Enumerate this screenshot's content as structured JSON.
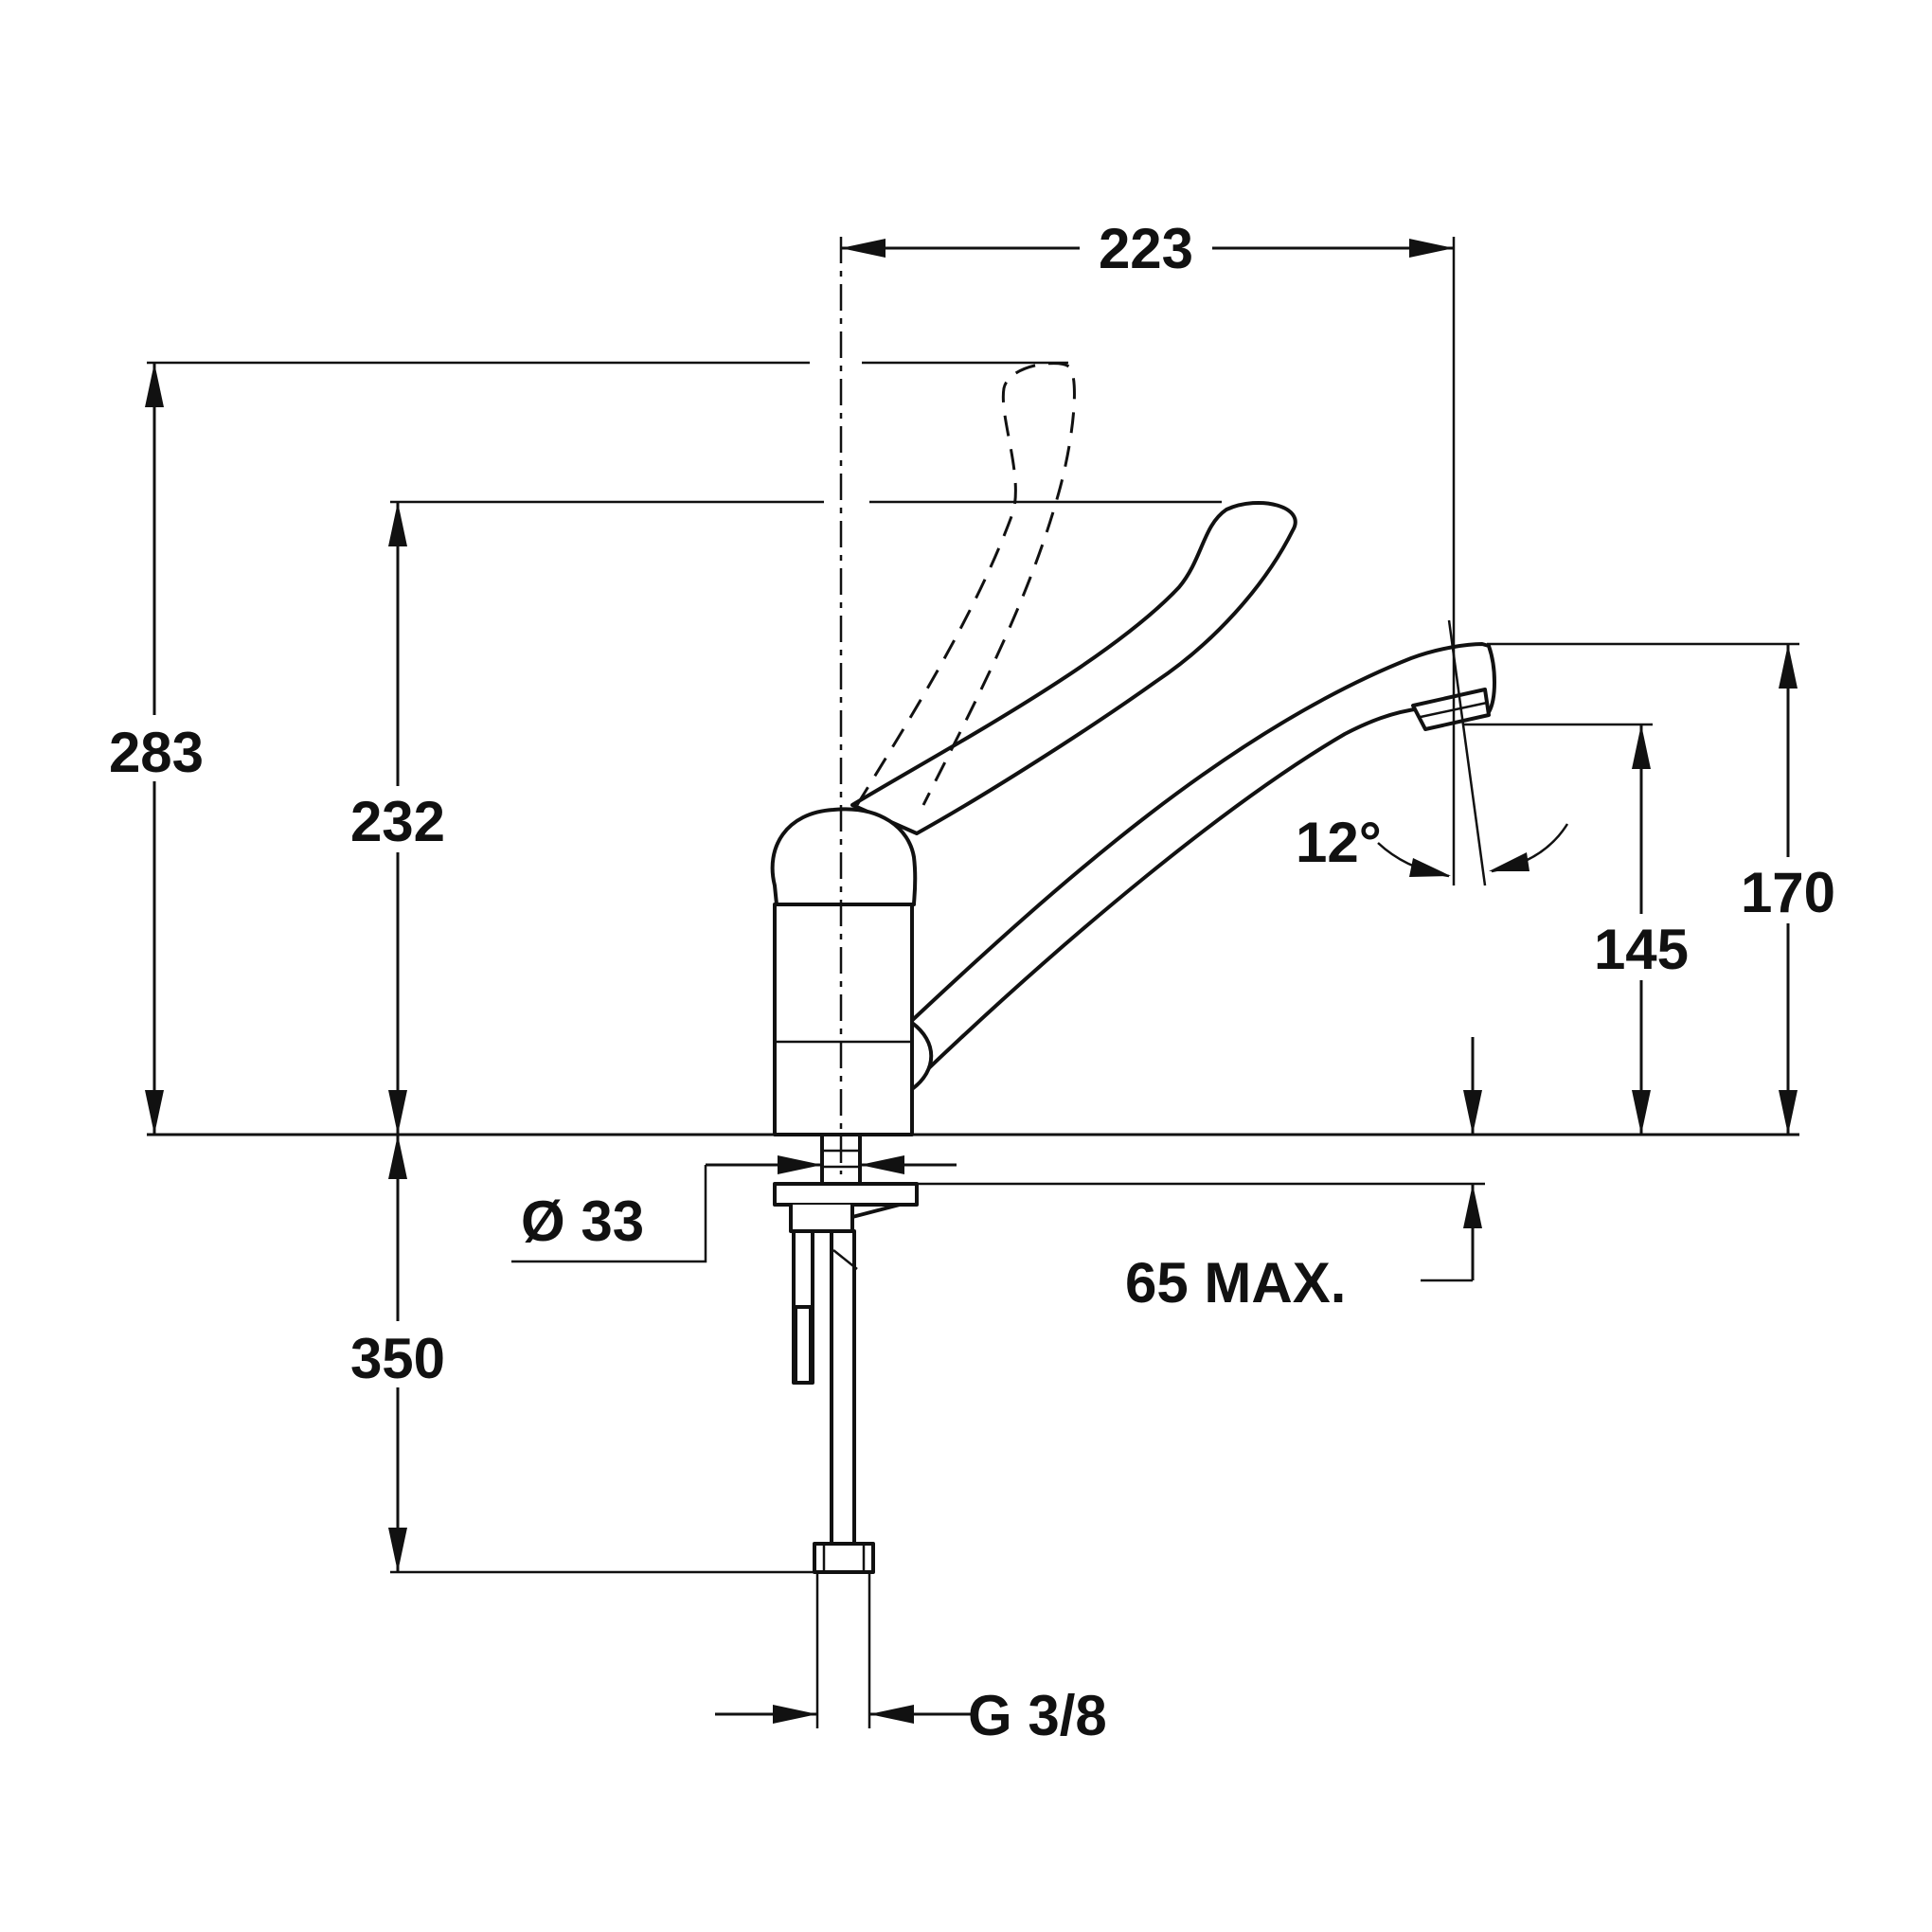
{
  "dimensions": {
    "spout_reach": "223",
    "total_height_lever_up": "283",
    "total_height_lever": "232",
    "spout_angle": "12°",
    "outlet_height": "145",
    "spout_top_height": "170",
    "base_diameter": "Ø 33",
    "max_deck_thickness": "65 MAX.",
    "hose_length": "350",
    "connection_thread": "G 3/8"
  },
  "colors": {
    "line": "#111111",
    "background": "#ffffff"
  }
}
